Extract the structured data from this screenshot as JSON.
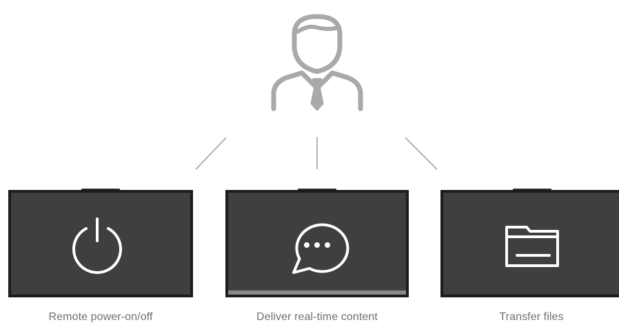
{
  "user": {
    "icon": "user-tie-icon",
    "color": "#a9a9a9"
  },
  "connector_color": "#b4b4b4",
  "screens": [
    {
      "icon": "power-icon",
      "caption": "Remote power-on/off"
    },
    {
      "icon": "chat-bubble-icon",
      "caption": "Deliver real-time content"
    },
    {
      "icon": "folder-icon",
      "caption": "Transfer files"
    }
  ],
  "colors": {
    "screen_fill": "#3f3f41",
    "screen_border": "#1c1c1c",
    "icon_stroke": "#ffffff",
    "caption_text": "#6f6f6f"
  }
}
